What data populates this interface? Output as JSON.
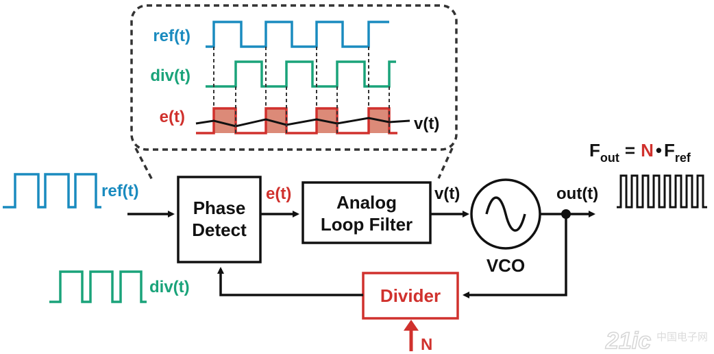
{
  "colors": {
    "ref": "#1a8bbf",
    "div": "#1aa37a",
    "err": "#d0312d",
    "err_fill": "#dc8a78",
    "black": "#111111",
    "dash": "#333333"
  },
  "inset": {
    "ref_label": "ref(t)",
    "div_label": "div(t)",
    "e_label": "e(t)",
    "v_label": "v(t)"
  },
  "signals": {
    "ref_in_label": "ref(t)",
    "div_in_label": "div(t)",
    "e_label": "e(t)",
    "v_label": "v(t)",
    "out_label": "out(t)"
  },
  "blocks": {
    "phase_detect": [
      "Phase",
      "Detect"
    ],
    "loop_filter": [
      "Analog",
      "Loop Filter"
    ],
    "vco": "VCO",
    "divider": "Divider",
    "divider_input": "N"
  },
  "formula": {
    "F": "F",
    "out_sub": "out",
    "eq": "=",
    "N": "N",
    "dot": "•",
    "F2": "F",
    "ref_sub": "ref"
  },
  "watermark": {
    "text": "21ic",
    "cn": "中国电子网"
  }
}
